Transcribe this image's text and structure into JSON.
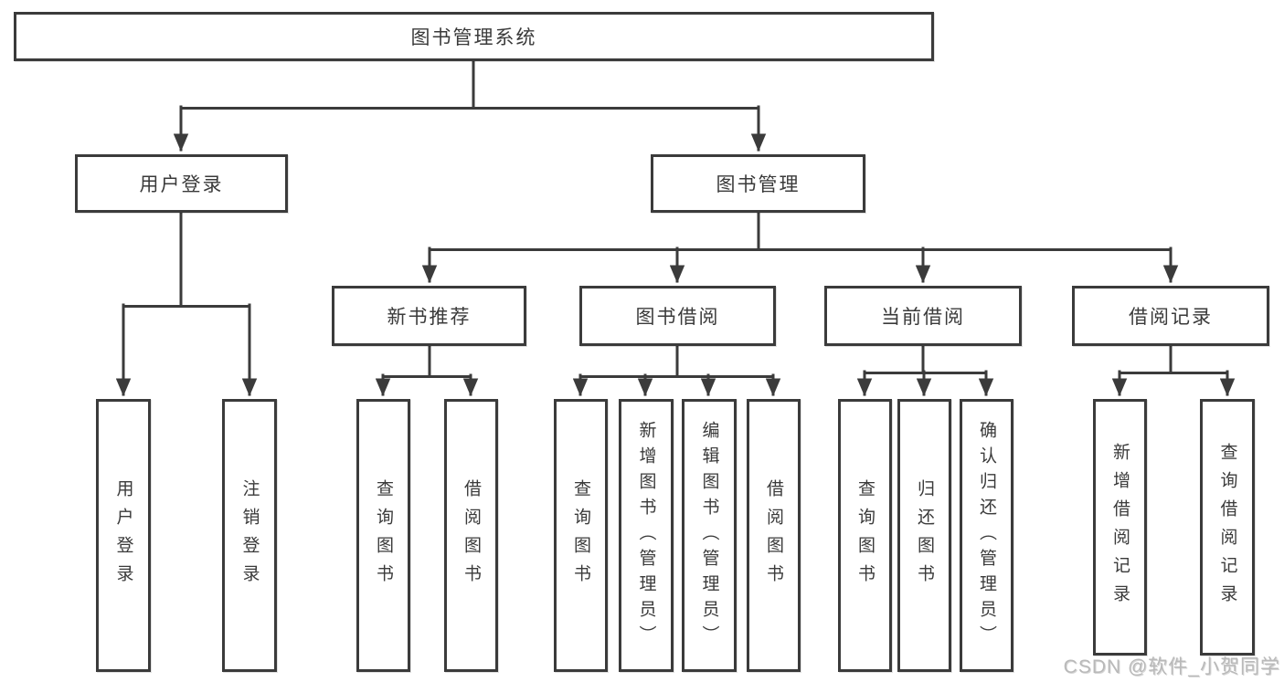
{
  "diagram": {
    "root": {
      "label": "图书管理系统"
    },
    "branches": [
      {
        "label": "用户登录",
        "leaves": [
          {
            "label": "用户登录"
          },
          {
            "label": "注销登录"
          }
        ]
      },
      {
        "label": "图书管理",
        "groups": [
          {
            "label": "新书推荐",
            "leaves": [
              {
                "label": "查询图书"
              },
              {
                "label": "借阅图书"
              }
            ]
          },
          {
            "label": "图书借阅",
            "leaves": [
              {
                "label": "查询图书"
              },
              {
                "label": "新增图书（管理员）"
              },
              {
                "label": "编辑图书（管理员）"
              },
              {
                "label": "借阅图书"
              }
            ]
          },
          {
            "label": "当前借阅",
            "leaves": [
              {
                "label": "查询图书"
              },
              {
                "label": "归还图书"
              },
              {
                "label": "确认归还（管理员）"
              }
            ]
          },
          {
            "label": "借阅记录",
            "leaves": [
              {
                "label": "新增借阅记录"
              },
              {
                "label": "查询借阅记录"
              }
            ]
          }
        ]
      }
    ]
  },
  "watermark": {
    "text": "CSDN @软件_小贺同学",
    "color": "#b9b9b9"
  },
  "colors": {
    "line": "#3b3b3b",
    "box_border": "#3b3b3b",
    "text": "#3a3a3a",
    "background": "#ffffff"
  }
}
